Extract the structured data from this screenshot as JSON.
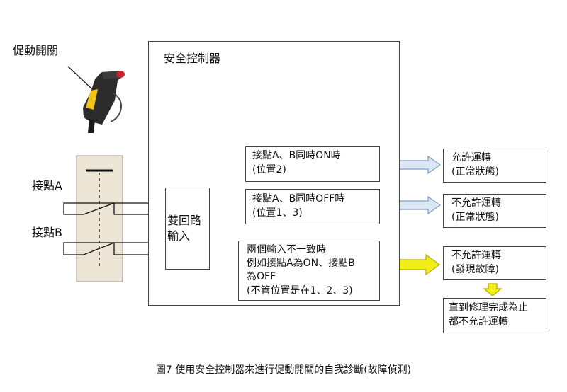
{
  "trigger_switch_label": "促動開關",
  "controller_title": "安全控制器",
  "contact_a_label": "接點A",
  "contact_b_label": "接點B",
  "dual_input_label": "雙回路\n輸入",
  "conditions": [
    {
      "line1": "接點A、B同時ON時",
      "line2": "(位置2)"
    },
    {
      "line1": "接點A、B同時OFF時",
      "line2": "(位置1、3)"
    },
    {
      "line1": "兩個輸入不一致時",
      "line2": "例如接點A為ON、接點B",
      "line3": "為OFF",
      "line4": "(不管位置是在1、2、3)"
    }
  ],
  "results": [
    {
      "line1": "允許運轉",
      "line2": "(正常狀態)"
    },
    {
      "line1": "不允許運轉",
      "line2": "(正常狀態)"
    },
    {
      "line1": "不允許運轉",
      "line2": "(發現故障)"
    }
  ],
  "final_result": {
    "line1": "直到修理完成為止",
    "line2": "都不允許運轉"
  },
  "caption": "圖7  使用安全控制器來進行促動開關的自我診斷(故障偵測)",
  "colors": {
    "normal_arrow_fill": "#dbe6f4",
    "normal_arrow_stroke": "#7f9cc4",
    "fault_arrow_fill": "#f2ee1a",
    "fault_arrow_stroke": "#b8a800",
    "switch_panel": "#ece5d6",
    "device_body": "#cfd1d4",
    "device_accent": "#c8202a"
  }
}
